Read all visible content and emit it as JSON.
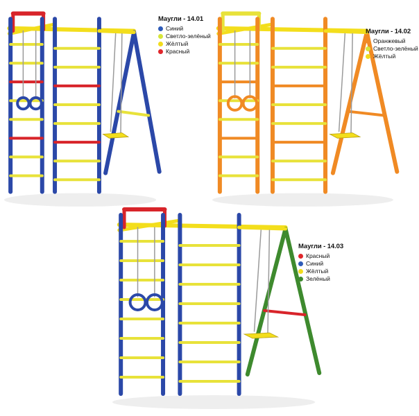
{
  "sets": [
    {
      "title": "Маугли - 14.01",
      "colors": {
        "posts": "#2b48a8",
        "rungs": [
          "#e8e23a",
          "#e8e23a",
          "#d8242a",
          "#e8e23a",
          "#e8e23a",
          "#d8242a",
          "#e8e23a",
          "#e8e23a"
        ],
        "frame": "#f3de1c",
        "swing_legs": "#2b48a8",
        "swing_brace": "#e8e23a",
        "rings": "#2b48a8",
        "top_bar": "#d8242a"
      },
      "legend": [
        {
          "label": "Синий",
          "color": "#2e5bb8"
        },
        {
          "label": "Светло-зелёный",
          "color": "#d6e53a"
        },
        {
          "label": "Жёлтый",
          "color": "#f2dc1c"
        },
        {
          "label": "Красный",
          "color": "#e0262b"
        }
      ]
    },
    {
      "title": "Маугли - 14.02",
      "colors": {
        "posts": "#f08a24",
        "rungs": [
          "#e8e23a",
          "#e8e23a",
          "#f08a24",
          "#e8e23a",
          "#e8e23a",
          "#f08a24",
          "#e8e23a",
          "#e8e23a"
        ],
        "frame": "#f3de1c",
        "swing_legs": "#f08a24",
        "swing_brace": "#f08a24",
        "rings": "#f08a24",
        "top_bar": "#e8e23a"
      },
      "legend": [
        {
          "label": "Оранжевый",
          "color": "#f08a24"
        },
        {
          "label": "Светло-зелёный",
          "color": "#d6e53a"
        },
        {
          "label": "Жёлтый",
          "color": "#f2dc1c"
        }
      ]
    },
    {
      "title": "Маугли - 14.03",
      "colors": {
        "posts": "#2b48a8",
        "rungs": [
          "#e8e23a",
          "#e8e23a",
          "#e8e23a",
          "#e8e23a",
          "#e8e23a",
          "#e8e23a",
          "#e8e23a",
          "#e8e23a"
        ],
        "frame": "#f3de1c",
        "swing_legs": "#3e8a2e",
        "swing_brace": "#d8242a",
        "rings": "#2b48a8",
        "top_bar": "#d8242a"
      },
      "legend": [
        {
          "label": "Красный",
          "color": "#e0262b"
        },
        {
          "label": "Синий",
          "color": "#2e5bb8"
        },
        {
          "label": "Жёлтый",
          "color": "#f2dc1c"
        },
        {
          "label": "Зелёный",
          "color": "#3e8a2e"
        }
      ]
    }
  ]
}
